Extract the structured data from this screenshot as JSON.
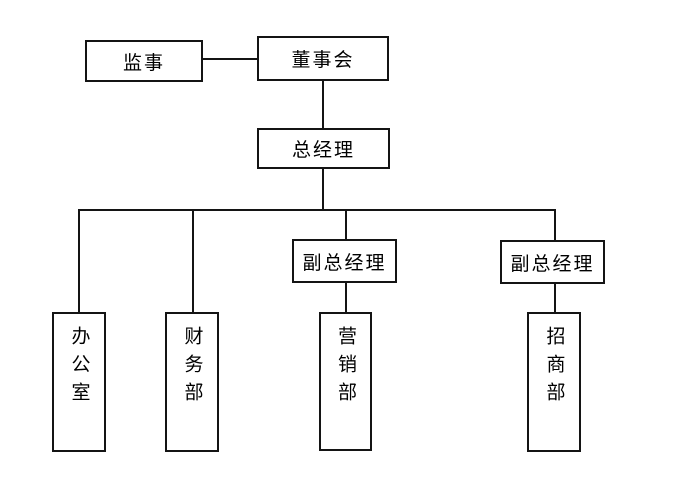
{
  "diagram": {
    "type": "organization-chart",
    "nodes": {
      "supervisor": "监事",
      "board": "董事会",
      "general_manager": "总经理",
      "deputy_gm_left": "副总经理",
      "deputy_gm_right": "副总经理",
      "office": "办公室",
      "finance_dept": "财务部",
      "marketing_dept": "营销部",
      "investment_dept": "招商部"
    },
    "edges": [
      {
        "from": "supervisor",
        "to": "board"
      },
      {
        "from": "board",
        "to": "general_manager"
      },
      {
        "from": "general_manager",
        "to": "office"
      },
      {
        "from": "general_manager",
        "to": "finance_dept"
      },
      {
        "from": "general_manager",
        "to": "deputy_gm_left"
      },
      {
        "from": "general_manager",
        "to": "deputy_gm_right"
      },
      {
        "from": "deputy_gm_left",
        "to": "marketing_dept"
      },
      {
        "from": "deputy_gm_right",
        "to": "investment_dept"
      }
    ],
    "colors": {
      "background": "#ffffff",
      "box_fill": "#ffffff",
      "box_border": "#141414",
      "line": "#141414",
      "text": "#000000"
    }
  }
}
